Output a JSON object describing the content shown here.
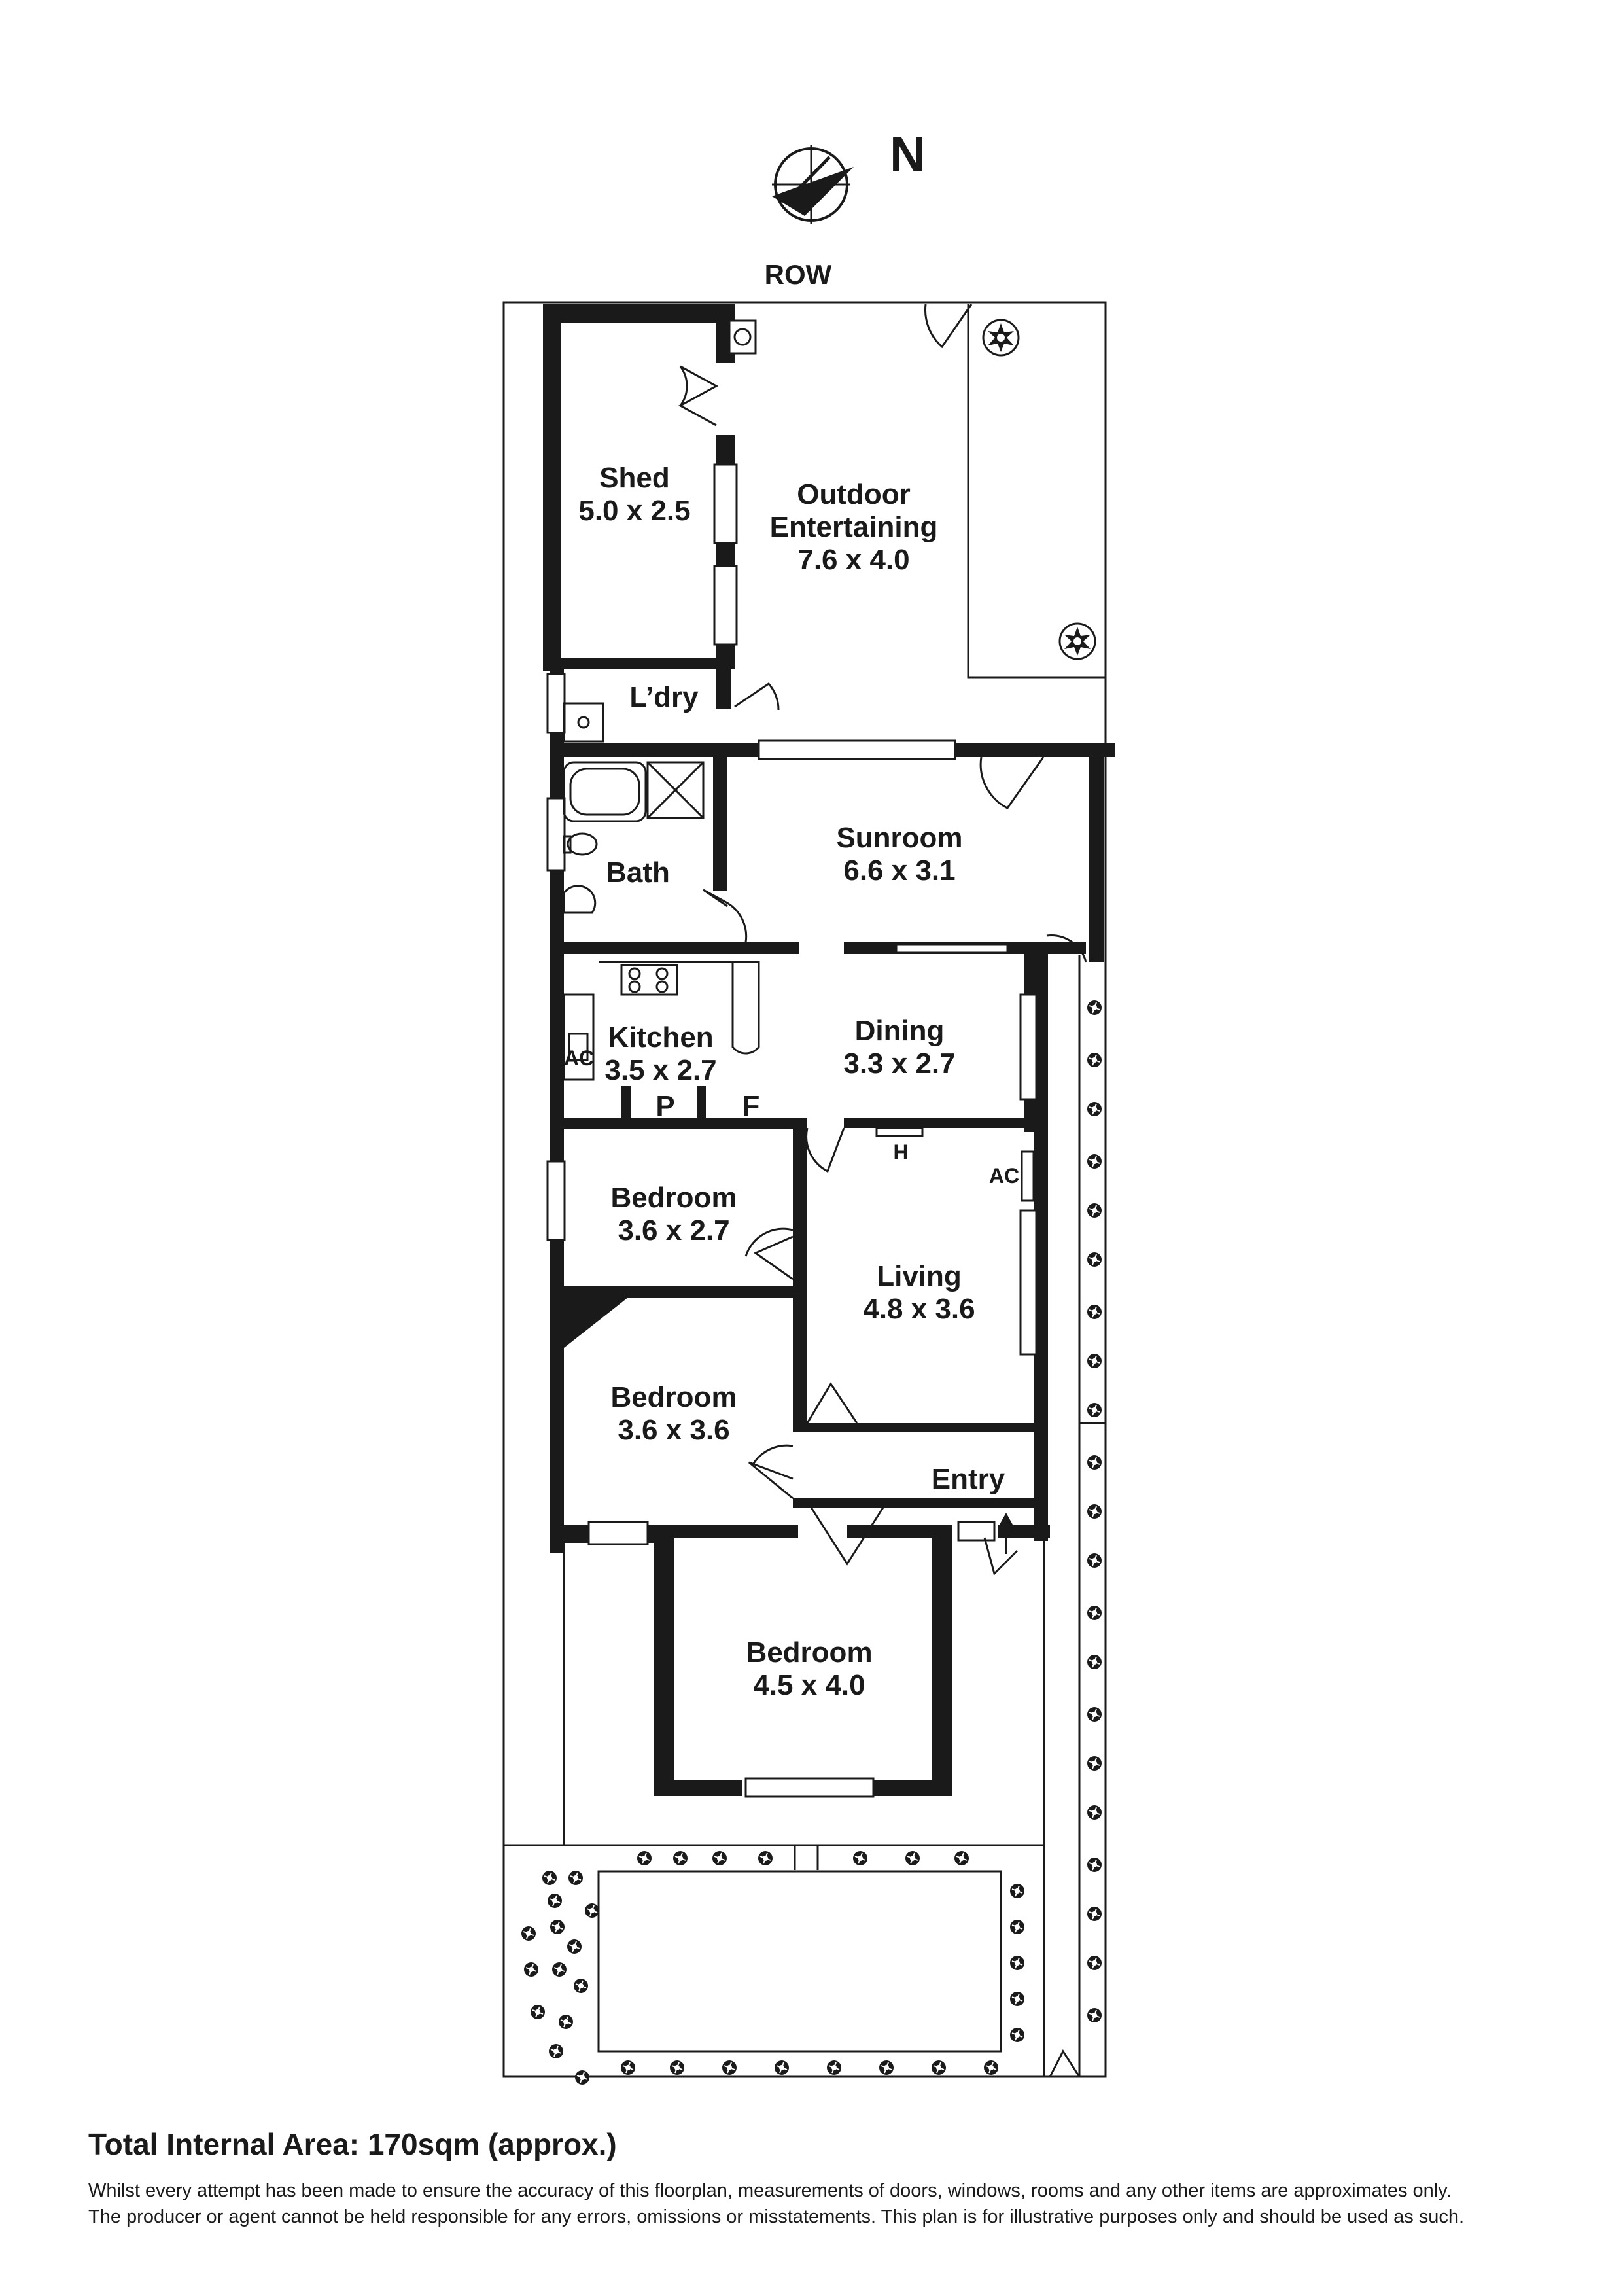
{
  "north_label": "N",
  "row_label": "ROW",
  "rooms": {
    "shed": {
      "name": "Shed",
      "dims": "5.0 x 2.5"
    },
    "outdoor": {
      "name_line1": "Outdoor",
      "name_line2": "Entertaining",
      "dims": "7.6 x 4.0"
    },
    "laundry": {
      "name": "L’dry"
    },
    "bath": {
      "name": "Bath"
    },
    "sunroom": {
      "name": "Sunroom",
      "dims": "6.6 x 3.1"
    },
    "kitchen": {
      "name": "Kitchen",
      "dims": "3.5 x 2.7"
    },
    "dining": {
      "name": "Dining",
      "dims": "3.3 x 2.7"
    },
    "bedroom1": {
      "name": "Bedroom",
      "dims": "3.6 x 2.7"
    },
    "living": {
      "name": "Living",
      "dims": "4.8 x 3.6"
    },
    "bedroom2": {
      "name": "Bedroom",
      "dims": "3.6 x 3.6"
    },
    "entry": {
      "name": "Entry"
    },
    "bedroom3": {
      "name": "Bedroom",
      "dims": "4.5 x 4.0"
    }
  },
  "fixtures": {
    "pantry": "P",
    "fridge": "F",
    "heater": "H",
    "ac_living": "AC",
    "ac_kitchen": "AC"
  },
  "footer": {
    "total_area": "Total Internal Area: 170sqm (approx.)",
    "disclaimer_line1": "Whilst every attempt has been made to ensure the accuracy of this floorplan, measurements of doors, windows, rooms and any other items are approximates only.",
    "disclaimer_line2": "The producer or agent cannot be held responsible for any errors, omissions or misstatements. This plan is for illustrative purposes only and should be used as such."
  },
  "colors": {
    "wall": "#1a1a1a",
    "line": "#1a1a1a",
    "background": "#ffffff"
  }
}
